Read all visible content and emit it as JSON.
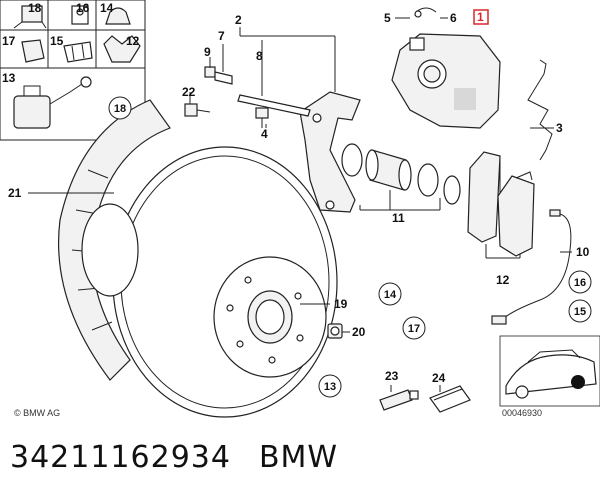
{
  "labels": {
    "c1": "1",
    "c2": "2",
    "c3": "3",
    "c4": "4",
    "c5": "5",
    "c6": "6",
    "c7": "7",
    "c8": "8",
    "c9": "9",
    "c10": "10",
    "c11": "11",
    "c12": "12",
    "c13": "13",
    "c14": "14",
    "c15": "15",
    "c16": "16",
    "c17": "17",
    "c18": "18",
    "c19": "19",
    "c20": "20",
    "c21": "21",
    "c22": "22",
    "c23": "23",
    "c24": "24"
  },
  "circled": {
    "a18": "18",
    "a14": "14",
    "a16": "16",
    "a17": "17",
    "a15": "15",
    "a13": "13"
  },
  "copyright": "© BMW AG",
  "drawing_number": "00046930",
  "caption": {
    "part_number": "34211162934",
    "brand": "BMW"
  },
  "colors": {
    "highlight": "#d9262c",
    "line": "#222222"
  }
}
